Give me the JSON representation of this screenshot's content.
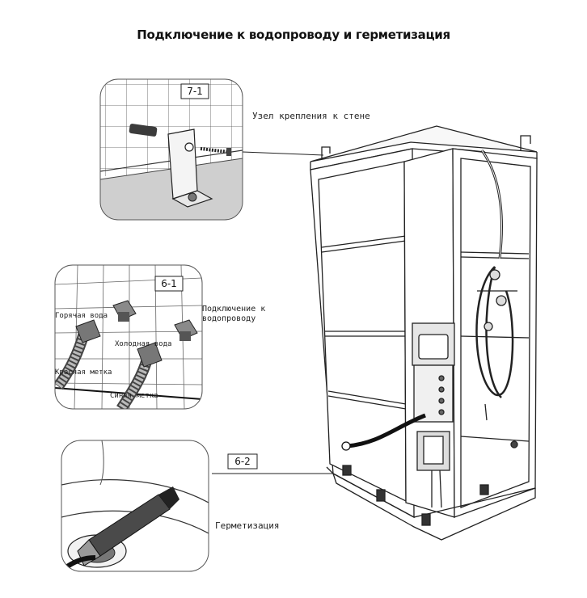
{
  "title": "Подключение к водопроводу и герметизация",
  "insets": {
    "wall_mount": {
      "tag": "7-1",
      "label": "Узел крепления к стене"
    },
    "water_connection": {
      "tag": "6-1",
      "connection_label": "Подключение к водопроводу",
      "hot_water": "Горячая вода",
      "cold_water": "Холодная вода",
      "red_mark": "Красная метка",
      "blue_mark": "Синяя метка"
    },
    "sealing": {
      "tag": "6-2",
      "label": "Герметизация"
    }
  }
}
